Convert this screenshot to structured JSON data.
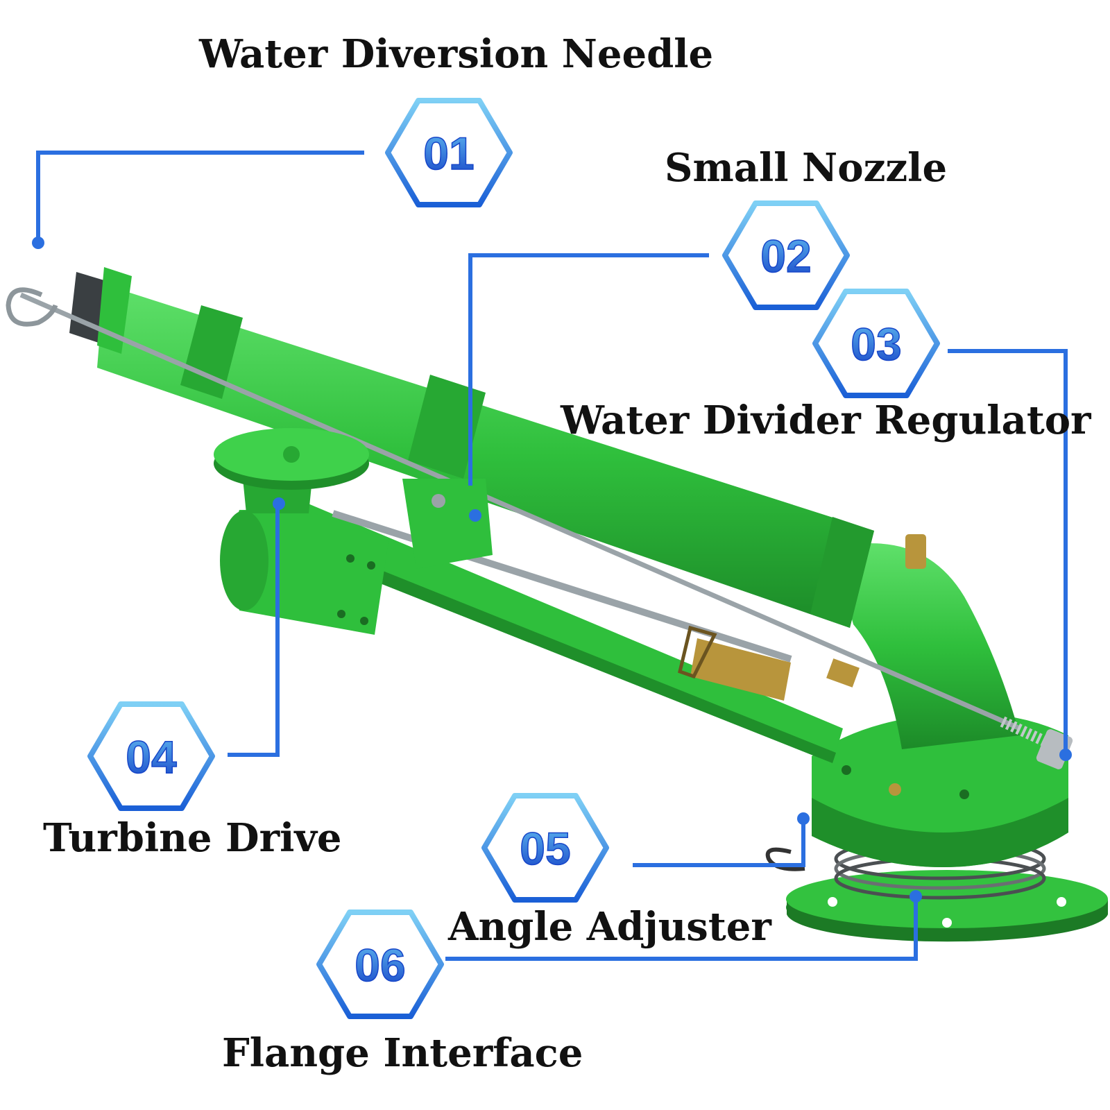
{
  "colors": {
    "accent_dark": "#1a5fd6",
    "accent_light": "#5fb8f0",
    "leader": "#2b6fe0",
    "sprinkler_green": "#2fbf3c",
    "sprinkler_dark": "#1f8f2a",
    "rod": "#9aa3a8",
    "brass": "#b8953c"
  },
  "callouts": [
    {
      "number": "01",
      "label": "Water Diversion Needle"
    },
    {
      "number": "02",
      "label": "Small Nozzle"
    },
    {
      "number": "03",
      "label": "Water Divider Regulator"
    },
    {
      "number": "04",
      "label": "Turbine Drive"
    },
    {
      "number": "05",
      "label": "Angle Adjuster"
    },
    {
      "number": "06",
      "label": "Flange Interface"
    }
  ]
}
